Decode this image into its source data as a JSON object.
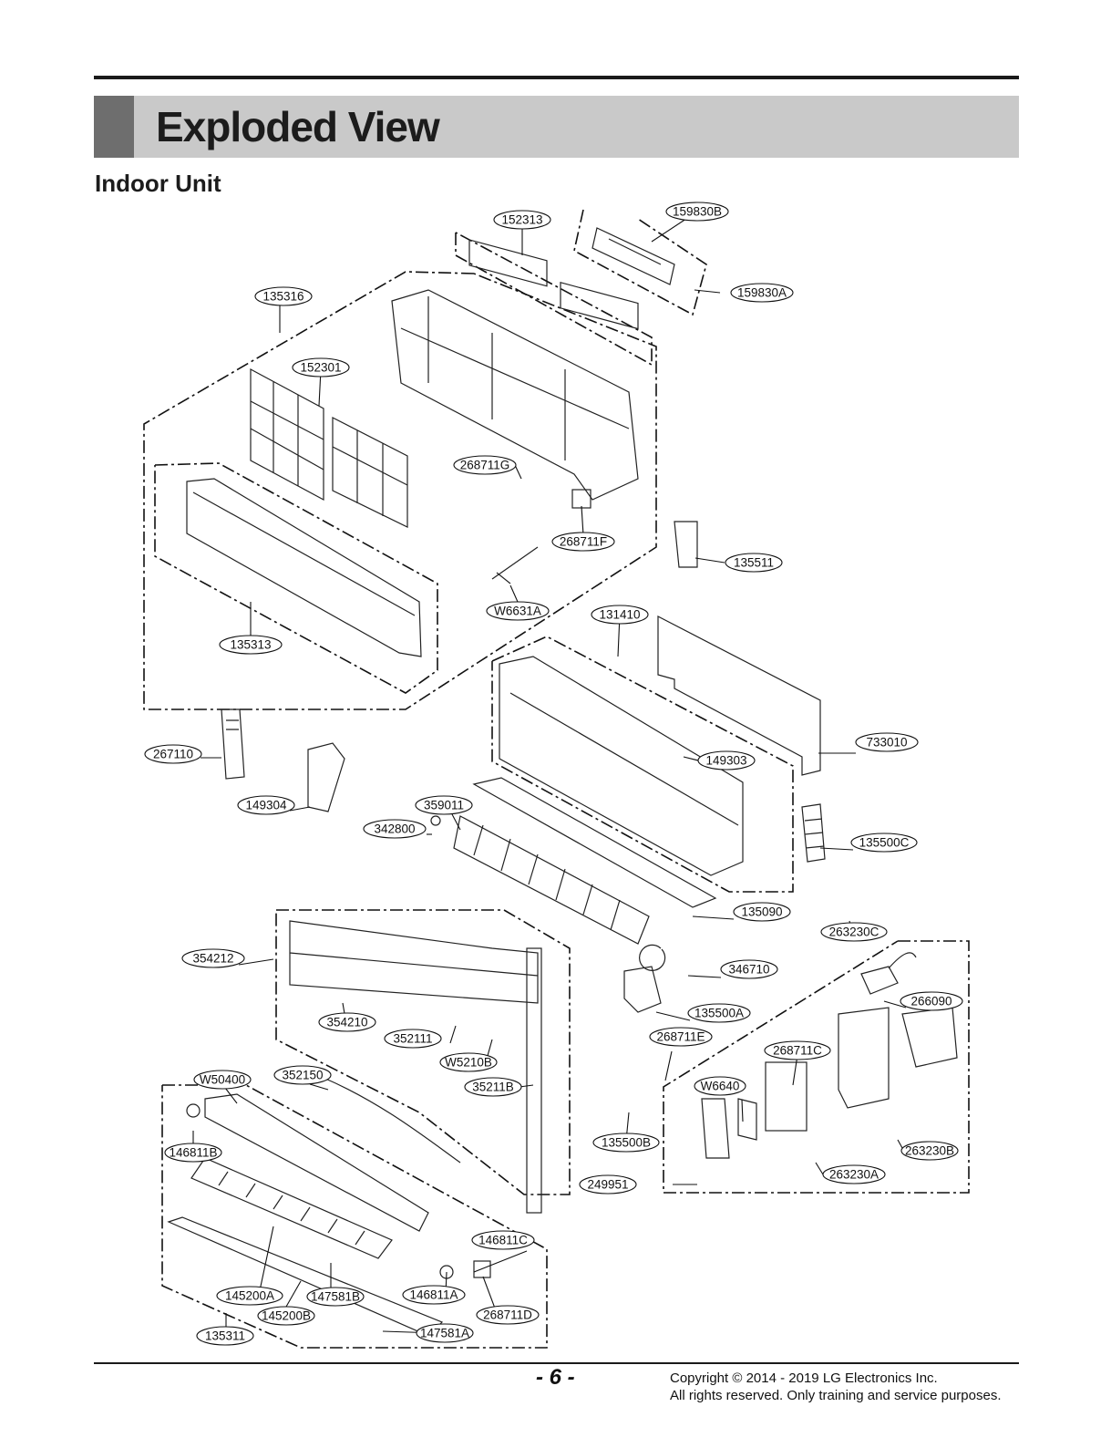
{
  "header": {
    "title": "Exploded View",
    "subtitle": "Indoor Unit"
  },
  "callouts": [
    {
      "id": "159830B"
    },
    {
      "id": "152313"
    },
    {
      "id": "159830A"
    },
    {
      "id": "135316"
    },
    {
      "id": "152301"
    },
    {
      "id": "268711G"
    },
    {
      "id": "268711F"
    },
    {
      "id": "135511"
    },
    {
      "id": "W6631A"
    },
    {
      "id": "131410"
    },
    {
      "id": "135313"
    },
    {
      "id": "733010"
    },
    {
      "id": "267110"
    },
    {
      "id": "149303"
    },
    {
      "id": "149304"
    },
    {
      "id": "359011"
    },
    {
      "id": "342800"
    },
    {
      "id": "135500C"
    },
    {
      "id": "135090"
    },
    {
      "id": "263230C"
    },
    {
      "id": "354212"
    },
    {
      "id": "346710"
    },
    {
      "id": "266090"
    },
    {
      "id": "354210"
    },
    {
      "id": "135500A"
    },
    {
      "id": "352111"
    },
    {
      "id": "268711E"
    },
    {
      "id": "268711C"
    },
    {
      "id": "W5210B"
    },
    {
      "id": "W50400"
    },
    {
      "id": "352150"
    },
    {
      "id": "35211B"
    },
    {
      "id": "W6640"
    },
    {
      "id": "146811B"
    },
    {
      "id": "135500B"
    },
    {
      "id": "263230B"
    },
    {
      "id": "249951"
    },
    {
      "id": "263230A"
    },
    {
      "id": "146811C"
    },
    {
      "id": "145200A"
    },
    {
      "id": "147581B"
    },
    {
      "id": "146811A"
    },
    {
      "id": "268711D"
    },
    {
      "id": "145200B"
    },
    {
      "id": "147581A"
    },
    {
      "id": "135311"
    }
  ],
  "footer": {
    "page_number": "- 6 -",
    "copyright_line1": "Copyright © 2014 - 2019 LG Electronics Inc.",
    "copyright_line2": "All rights reserved. Only training and service purposes."
  }
}
